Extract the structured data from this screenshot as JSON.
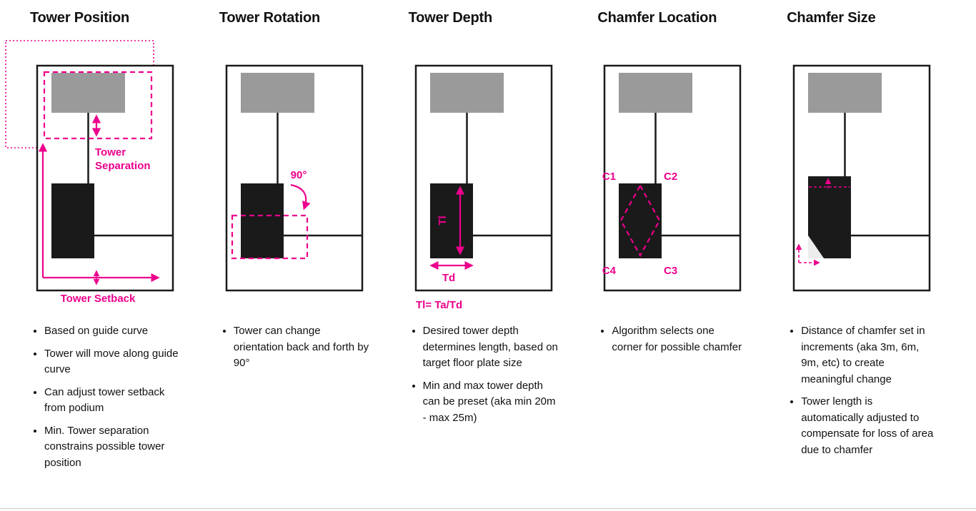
{
  "page": {
    "accent_color": "#EC008C",
    "podium_color": "#9A9A9A",
    "tower_color": "#1A1A1A"
  },
  "columns": [
    {
      "title": "Tower Position",
      "diagram": {
        "separation_label_lines": [
          "Tower",
          "Separation"
        ],
        "setback_label": "Tower Setback"
      },
      "bullets": [
        "Based on guide curve",
        "Tower will move along guide curve",
        "Can adjust tower setback from podium",
        "Min. Tower separation constrains possible tower position"
      ]
    },
    {
      "title": "Tower Rotation",
      "diagram": {
        "angle_label": "90°"
      },
      "bullets": [
        "Tower can change orientation back and forth by 90°"
      ]
    },
    {
      "title": "Tower Depth",
      "diagram": {
        "length_label": "Tl",
        "depth_label": "Td",
        "formula": "Tl= Ta/Td"
      },
      "bullets": [
        "Desired tower depth determines length, based on target floor plate size",
        "Min and max tower depth can be preset (aka min 20m - max 25m)"
      ]
    },
    {
      "title": "Chamfer Location",
      "diagram": {
        "corner_labels": [
          "C1",
          "C2",
          "C3",
          "C4"
        ]
      },
      "bullets": [
        "Algorithm selects one corner for possible chamfer"
      ]
    },
    {
      "title": "Chamfer Size",
      "diagram": {},
      "bullets": [
        "Distance of chamfer set in increments (aka 3m, 6m, 9m, etc) to create meaningful change",
        "Tower length is automatically adjusted to compensate for loss of area due to chamfer"
      ]
    }
  ]
}
